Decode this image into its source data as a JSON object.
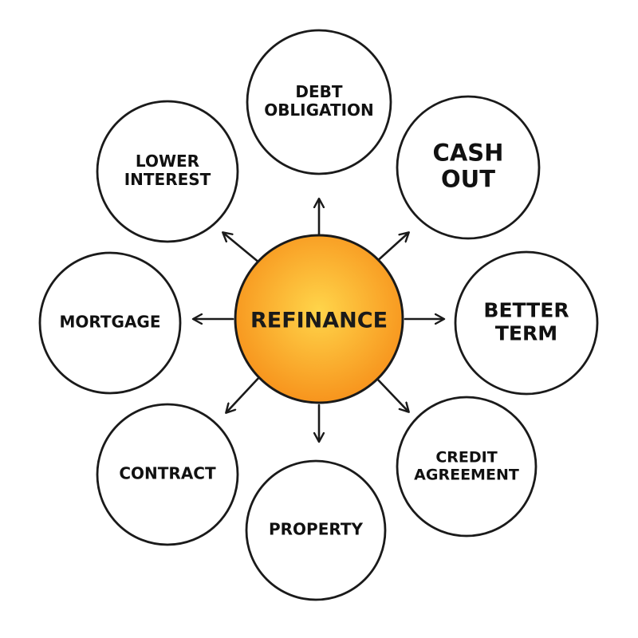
{
  "center": {
    "label": "REFINANCE"
  },
  "nodes": [
    {
      "id": "debt-obligation",
      "lines": [
        "DEBT",
        "OBLIGATION"
      ]
    },
    {
      "id": "cash-out",
      "lines": [
        "CASH",
        "OUT"
      ]
    },
    {
      "id": "better-term",
      "lines": [
        "BETTER",
        "TERM"
      ]
    },
    {
      "id": "credit-agreement",
      "lines": [
        "CREDIT",
        "AGREEMENT"
      ]
    },
    {
      "id": "property",
      "lines": [
        "PROPERTY"
      ]
    },
    {
      "id": "contract",
      "lines": [
        "CONTRACT"
      ]
    },
    {
      "id": "mortgage",
      "lines": [
        "MORTGAGE"
      ]
    },
    {
      "id": "lower-interest",
      "lines": [
        "LOWER",
        "INTEREST"
      ]
    }
  ],
  "colors": {
    "center_fill_inner": "#ffd54a",
    "center_fill_outer": "#f7941d",
    "outline": "#1a1a1a",
    "arrow": "#1a1a1a"
  }
}
